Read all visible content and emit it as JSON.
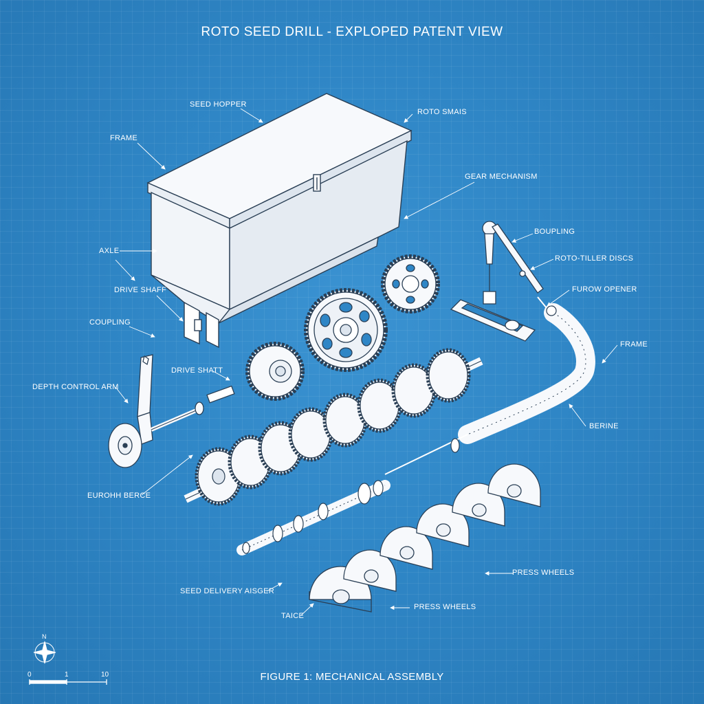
{
  "title": "ROTO SEED DRILL - EXPLOPED PATENT VIEW",
  "caption": "FIGURE 1: MECHANICAL ASSEMBLY",
  "labels": {
    "seed_hopper": "SEED HOPPER",
    "roto_smais": "ROTO SMAIS",
    "frame_top": "FRAME",
    "gear_mechanism": "GEAR MECHANISM",
    "boupling": "BOUPLING",
    "roto_tiller_discs": "ROTO-TILLER DISCS",
    "furow_opener": "FUROW OPENER",
    "frame_right": "FRAME",
    "axle": "AXLE",
    "drive_shaff": "DRIVE SHAFF",
    "coupling": "COUPLING",
    "drive_shaft": "DRIVE SHATT",
    "depth_control_arm": "DEPTH CONTROL ARM",
    "berine": "BERINE",
    "eurorh_berce": "EUROHH BERCE",
    "press_wheels_1": "PRESS WHEELS",
    "press_wheels_2": "PRESS WHEELS",
    "seed_delivery_auger": "SEED DELIVERY AISGER",
    "taice": "TAICE"
  },
  "compass": {
    "north": "N"
  },
  "scale_bar": {
    "start": "0",
    "mid": "1",
    "end": "10"
  },
  "colors": {
    "background": "#2f86c6",
    "line": "#ffffff",
    "part_fill": "#f7f9fc",
    "outline": "#2a3f55"
  }
}
